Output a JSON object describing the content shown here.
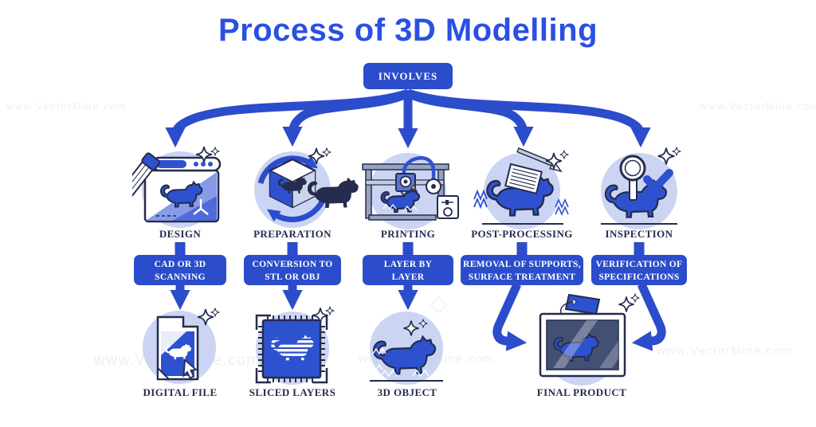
{
  "title": "Process of 3D Modelling",
  "root": {
    "label": "INVOLVES"
  },
  "steps": [
    {
      "label": "DESIGN",
      "icon": "design-sketch-window-icon",
      "detail_lines": [
        "CAD OR 3D",
        "SCANNING"
      ]
    },
    {
      "label": "PREPARATION",
      "icon": "preparation-cube-rotation-icon",
      "detail_lines": [
        "CONVERSION TO",
        "STL OR OBJ"
      ]
    },
    {
      "label": "PRINTING",
      "icon": "3d-printer-icon",
      "detail_lines": [
        "LAYER BY",
        "LAYER"
      ]
    },
    {
      "label": "POST-PROCESSING",
      "icon": "post-processing-surface-icon",
      "detail_lines": [
        "REMOVAL OF SUPPORTS,",
        "SURFACE TREATMENT"
      ]
    },
    {
      "label": "INSPECTION",
      "icon": "inspection-magnifier-icon",
      "detail_lines": [
        "VERIFICATION OF",
        "SPECIFICATIONS"
      ]
    }
  ],
  "outputs": [
    {
      "label": "DIGITAL FILE",
      "icon": "digital-file-icon"
    },
    {
      "label": "SLICED LAYERS",
      "icon": "sliced-layers-chip-icon"
    },
    {
      "label": "3D OBJECT",
      "icon": "3d-object-mesh-icon"
    },
    {
      "label": "FINAL PRODUCT",
      "icon": "final-product-tagged-icon"
    }
  ],
  "watermark": {
    "text": "www.VectorMine.com"
  },
  "colors": {
    "accent": "#2b4ccb",
    "title_blue": "#2a50e2",
    "circle_bg": "#cbd4f3",
    "navy": "#252c4e",
    "cat_blue": "#2e52cf"
  }
}
